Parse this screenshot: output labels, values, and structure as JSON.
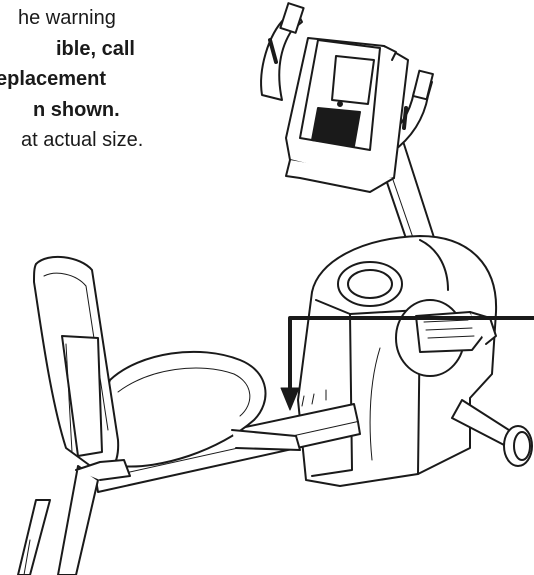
{
  "instructions": {
    "line1": "he warning",
    "line2": "ible, call",
    "line3": "eplacement",
    "line4": "n shown.",
    "line5": "at actual size."
  },
  "colors": {
    "ink": "#1a1a1a",
    "background": "#ffffff"
  },
  "illustration": {
    "subject": "recumbent-exercise-bike",
    "callout": "arrow-to-frame-decal-location"
  }
}
